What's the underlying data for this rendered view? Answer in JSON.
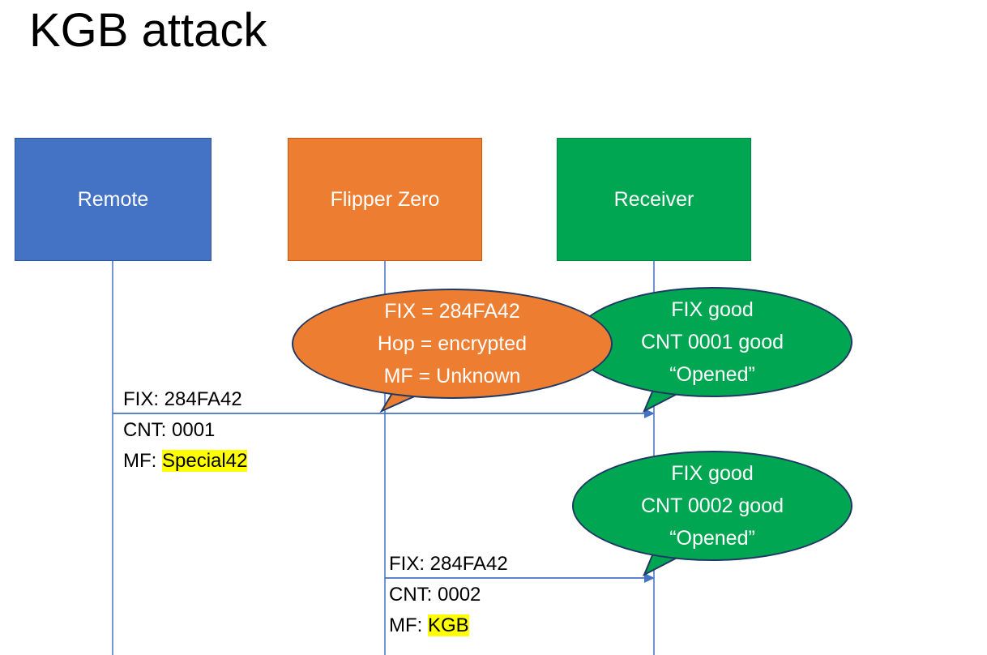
{
  "title": "KGB attack",
  "actors": [
    {
      "label": "Remote",
      "color": "#4472C4"
    },
    {
      "label": "Flipper Zero",
      "color": "#ED7D31"
    },
    {
      "label": "Receiver",
      "color": "#00A651"
    }
  ],
  "bubbles": [
    {
      "owner": "Flipper Zero",
      "color": "#ED7D31",
      "lines": [
        "FIX = 284FA42",
        "Hop = encrypted",
        "MF = Unknown"
      ]
    },
    {
      "owner": "Receiver",
      "color": "#00A651",
      "lines": [
        "FIX good",
        "CNT 0001 good",
        "“Opened”"
      ]
    },
    {
      "owner": "Receiver",
      "color": "#00A651",
      "lines": [
        "FIX good",
        "CNT 0002 good",
        "“Opened”"
      ]
    }
  ],
  "messages": [
    {
      "from": "Remote",
      "to": "Receiver",
      "fix": "FIX: 284FA42",
      "cnt": "CNT: 0001",
      "mf_prefix": "MF: ",
      "mf_value": "Special42"
    },
    {
      "from": "Flipper Zero",
      "to": "Receiver",
      "fix": "FIX: 284FA42",
      "cnt": "CNT: 0002",
      "mf_prefix": "MF: ",
      "mf_value": "KGB"
    }
  ],
  "colors": {
    "remote_blue": "#4472C4",
    "flipper_orange": "#ED7D31",
    "receiver_green": "#00A651",
    "highlight_yellow": "#FFFF00",
    "outline_navy": "#1F3864",
    "connector_blue": "#4472C4"
  }
}
